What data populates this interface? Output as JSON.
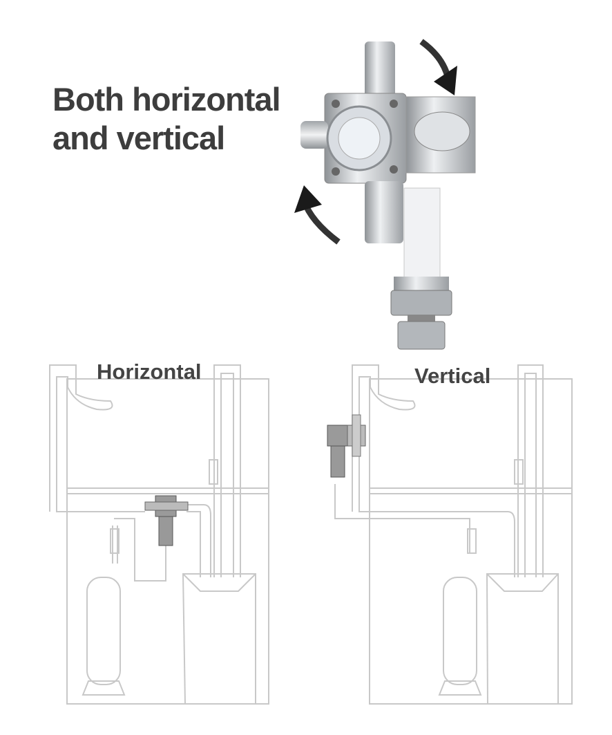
{
  "headline": {
    "line1": "Both horizontal",
    "line2": "and vertical"
  },
  "diagrams": {
    "horizontal_label": "Horizontal",
    "vertical_label": "Vertical"
  },
  "colors": {
    "text": "#3d3d3d",
    "line": "#c8c8c8",
    "metal": "#c9ccd0",
    "arrow": "#1a1a1a"
  }
}
